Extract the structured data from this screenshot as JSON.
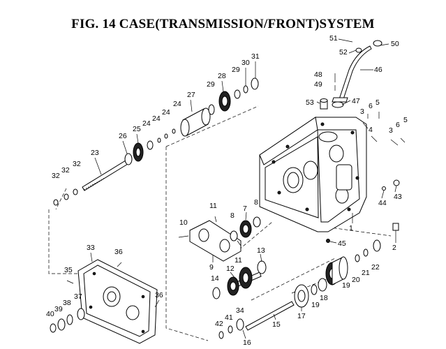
{
  "title": "FIG. 14  CASE(TRANSMISSION/FRONT)SYSTEM",
  "labels": [
    "1",
    "2",
    "3",
    "4",
    "5",
    "6",
    "7",
    "8",
    "9",
    "10",
    "11",
    "12",
    "13",
    "14",
    "15",
    "16",
    "17",
    "18",
    "19",
    "20",
    "21",
    "22",
    "23",
    "24",
    "25",
    "26",
    "27",
    "28",
    "29",
    "30",
    "31",
    "32",
    "33",
    "34",
    "35",
    "36",
    "37",
    "38",
    "39",
    "40",
    "41",
    "42",
    "43",
    "44",
    "45",
    "46",
    "47",
    "48",
    "49",
    "50",
    "51",
    "52",
    "53"
  ]
}
